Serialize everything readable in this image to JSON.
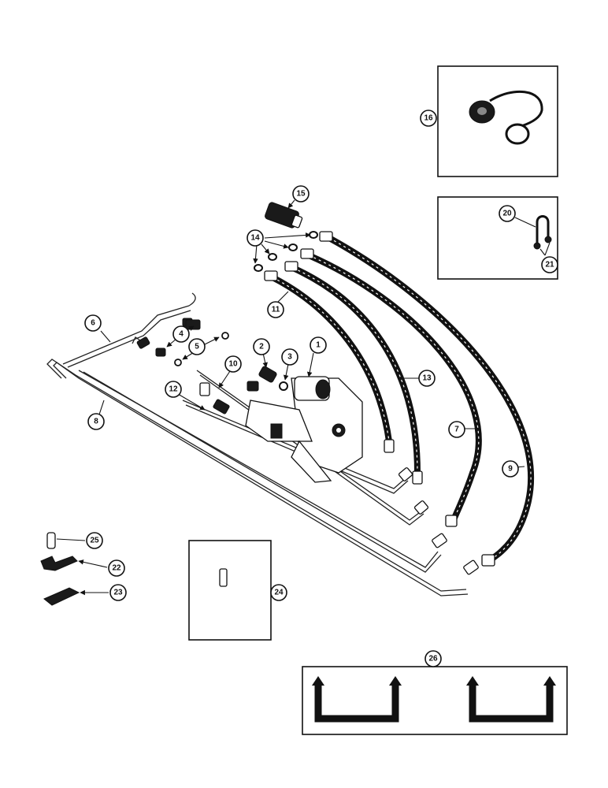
{
  "callouts": {
    "c1": "1",
    "c2": "2",
    "c3": "3",
    "c4": "4",
    "c5": "5",
    "c6": "6",
    "c7": "7",
    "c8": "8",
    "c9": "9",
    "c10": "10",
    "c11": "11",
    "c12": "12",
    "c13": "13",
    "c14": "14",
    "c15": "15",
    "c16": "16",
    "c20": "20",
    "c21": "21",
    "c22": "22",
    "c23": "23",
    "c24": "24",
    "c25": "25",
    "c26": "26"
  }
}
